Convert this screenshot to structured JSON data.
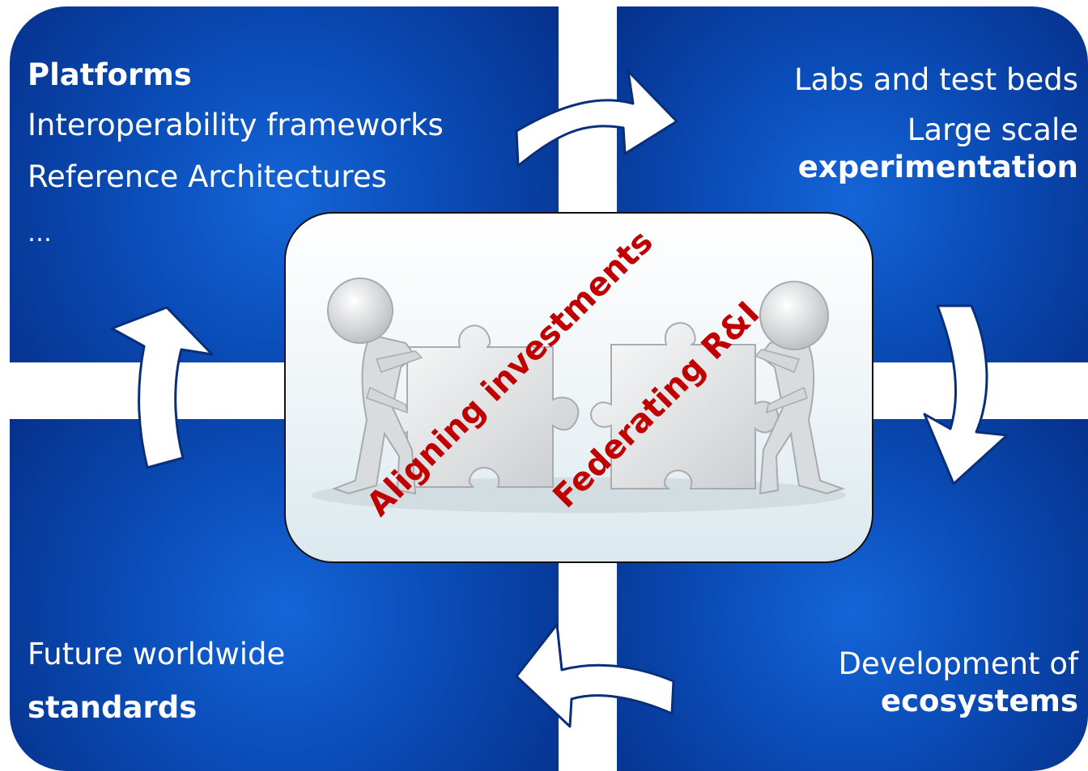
{
  "top_left": {
    "heading": "Platforms",
    "lines": [
      "Interoperability frameworks",
      "Reference Architectures",
      "…"
    ]
  },
  "top_right": {
    "line1": "Labs and test beds",
    "line2": "Large scale",
    "line3": "experimentation"
  },
  "bottom_left": {
    "line1": "Future worldwide",
    "line2": "standards"
  },
  "bottom_right": {
    "line1": "Development of",
    "line2": "ecosystems"
  },
  "center": {
    "text1": "Aligning investments",
    "text2": "Federating R&I",
    "text_color": "#c00000"
  },
  "colors": {
    "panel_blue": "#0a4db8",
    "arrow_fill": "#ffffff"
  }
}
